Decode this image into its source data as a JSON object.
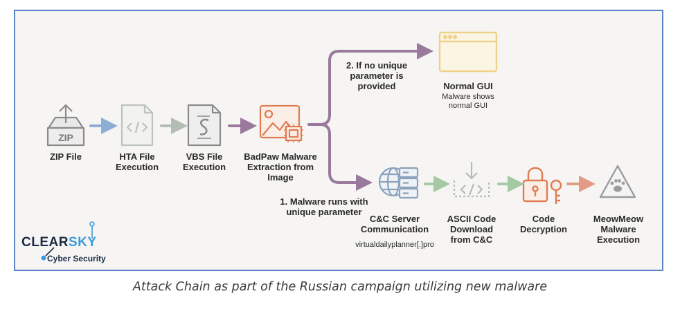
{
  "nodes": {
    "zip": {
      "label": "ZIP File",
      "icon": "zip-archive-icon"
    },
    "hta": {
      "label": "HTA File\nExecution",
      "icon": "code-file-icon"
    },
    "vbs": {
      "label": "VBS File\nExecution",
      "icon": "script-file-icon"
    },
    "badpaw": {
      "label": "BadPaw Malware\nExtraction from\nImage",
      "icon": "image-chip-icon"
    },
    "gui": {
      "label": "Normal GUI",
      "sublabel": "Malware shows\nnormal GUI",
      "icon": "browser-window-icon"
    },
    "cnc": {
      "label": "C&C Server\nCommunication",
      "sublabel": "virtualdailyplanner[.]pro",
      "icon": "globe-server-icon"
    },
    "ascii": {
      "label": "ASCII Code\nDownload\nfrom C&C",
      "icon": "code-download-icon"
    },
    "decrypt": {
      "label": "Code\nDecryption",
      "icon": "padlock-key-icon"
    },
    "meowmeow": {
      "label": "MeowMeow\nMalware\nExecution",
      "icon": "paw-warning-icon"
    }
  },
  "branches": {
    "no_param": "2. If no unique\nparameter is\nprovided",
    "with_param": "1. Malware runs with\nunique parameter"
  },
  "brand": {
    "name_a": "CLEAR",
    "name_b": "SKY",
    "tagline": "Cyber Security"
  },
  "caption": "Attack Chain as part of the Russian campaign utilizing new malware",
  "colors": {
    "frame": "#5b83c7",
    "arrow_blue": "#8eaed6",
    "arrow_grey": "#b4bdb4",
    "arrow_purple": "#9a7a9c",
    "arrow_green": "#a5c9a3",
    "arrow_salmon": "#e29b87",
    "orange": "#e07b52",
    "gold": "#eed28a",
    "steel": "#8aa2bb"
  }
}
